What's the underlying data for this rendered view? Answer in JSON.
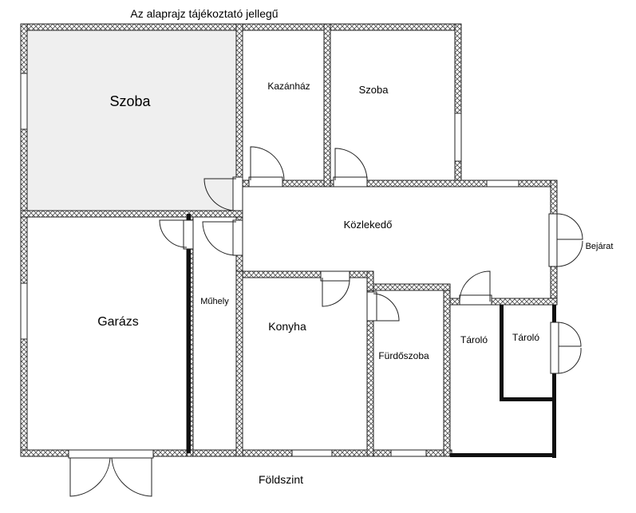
{
  "title": "Az alaprajz tájékoztató jellegű",
  "floor_label": "Földszint",
  "rooms": {
    "szoba_large": "Szoba",
    "kazanhaz": "Kazánház",
    "szoba_small": "Szoba",
    "kozlekedo": "Közlekedő",
    "bejarat": "Bejárat",
    "garazs": "Garázs",
    "muhely": "Műhely",
    "konyha": "Konyha",
    "furdoszoba": "Fürdőszoba",
    "tarolo_1": "Tároló",
    "tarolo_2": "Tároló"
  },
  "colors": {
    "wall_fill": "#ffffff",
    "wall_hatch": "#555555",
    "wall_outline": "#222222",
    "shaded_room": "#efefef",
    "solid_wall": "#111111"
  }
}
